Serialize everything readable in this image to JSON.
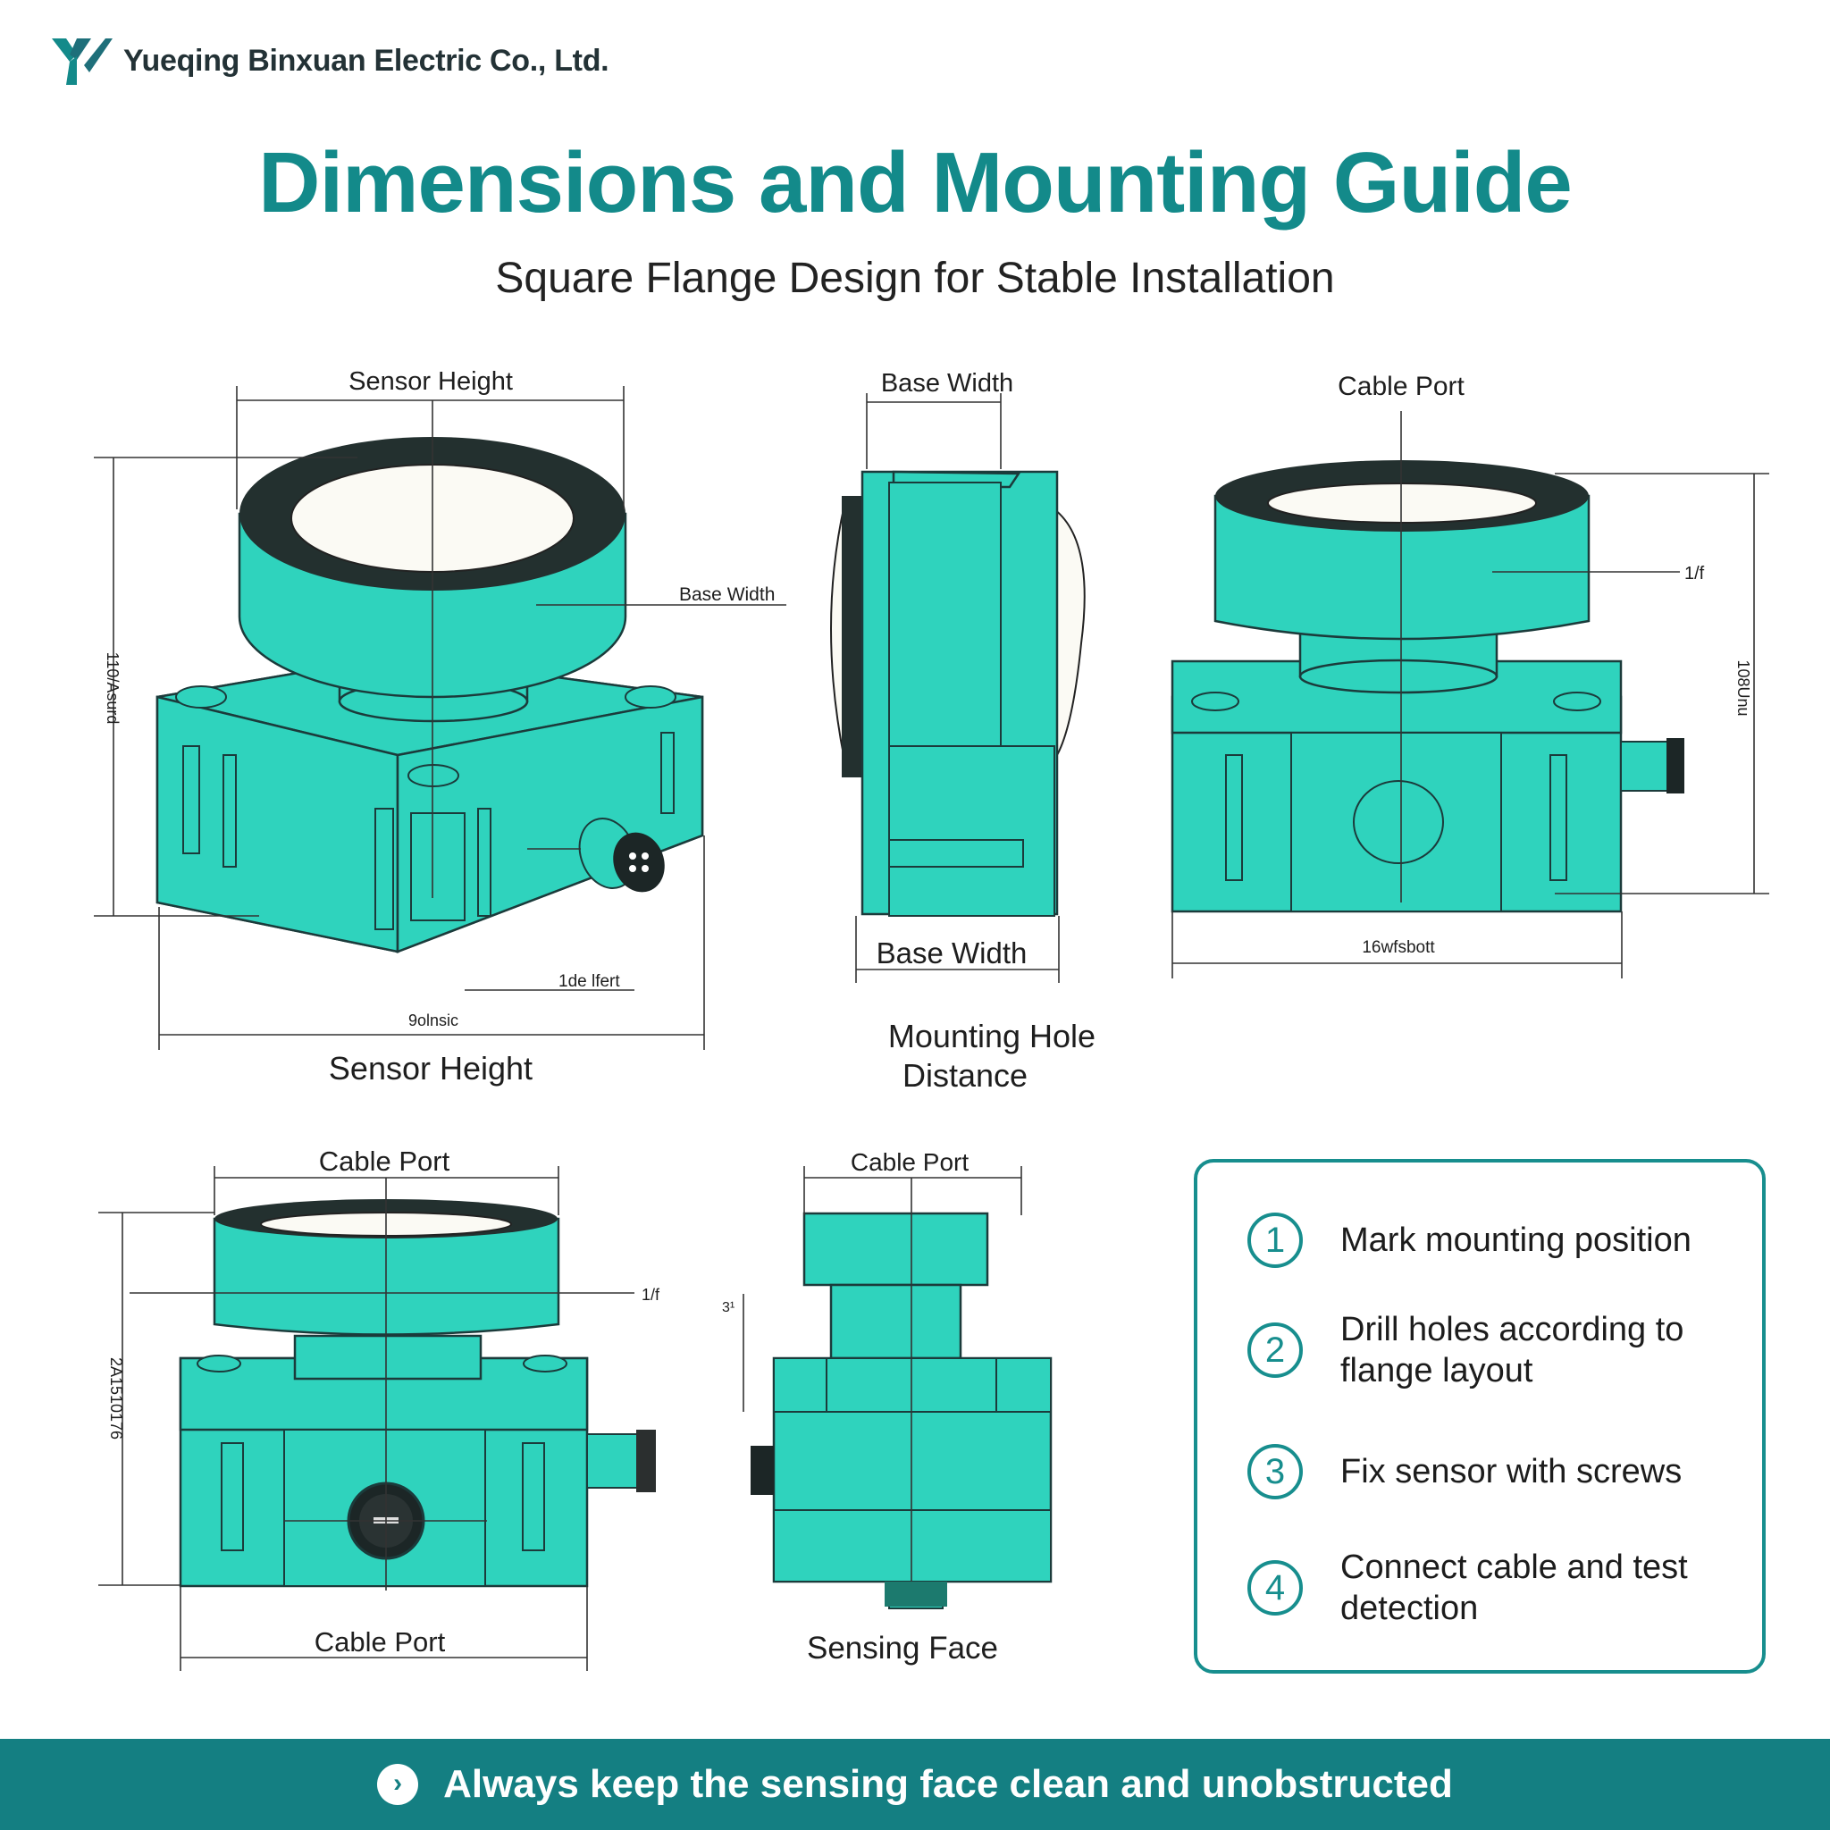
{
  "brand": {
    "company_name": "Yueqing Binxuan Electric Co., Ltd.",
    "logo_icon": "yb-logo-icon",
    "accent_color": "#138a8a",
    "housing_color": "#2fd3bd"
  },
  "title": "Dimensions and Mounting Guide",
  "subtitle": "Square Flange Design for Stable Installation",
  "drawings": {
    "view1": {
      "top_label": "Sensor Height",
      "side_label": "Base Width",
      "bottom_label": "Sensor Height",
      "vertical_dim_text": "110/Asurd",
      "inner_dim_text": "1de lfert",
      "bottom_dim_text": "9olnsic"
    },
    "view2": {
      "top_label": "Base Width",
      "bottom_label": "Base Width",
      "below_label_line1": "Mounting Hole",
      "below_label_line2": "Distance"
    },
    "view3": {
      "top_label": "Cable Port",
      "side_text": "1/f",
      "vertical_dim_text": "108Unu",
      "bottom_dim_text": "16wfsbott"
    },
    "view4": {
      "top_label": "Cable Port",
      "side_text": "1/f",
      "vertical_dim_text": "2A1510176",
      "bottom_label": "Cable Port"
    },
    "view5": {
      "top_label": "Cable Port",
      "side_text": "3¹",
      "bottom_label": "Sensing Face"
    }
  },
  "steps": [
    {
      "number": "1",
      "text": "Mark mounting position"
    },
    {
      "number": "2",
      "text": "Drill holes according to flange layout"
    },
    {
      "number": "3",
      "text": "Fix sensor with screws"
    },
    {
      "number": "4",
      "text": "Connect cable and test detection"
    }
  ],
  "footer": {
    "icon": "chevron-right-icon",
    "text": "Always keep the sensing face clean and unobstructed"
  }
}
